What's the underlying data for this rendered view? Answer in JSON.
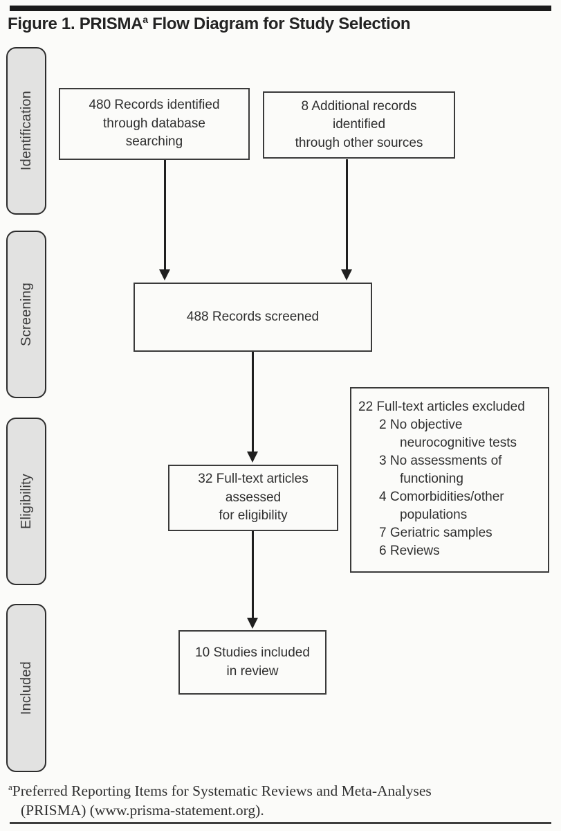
{
  "header": {
    "title_prefix": "Figure 1. PRISMA",
    "title_superscript": "a",
    "title_suffix": " Flow Diagram for Study Selection"
  },
  "sidebar": {
    "stages": [
      {
        "label": "Identification"
      },
      {
        "label": "Screening"
      },
      {
        "label": "Eligibility"
      },
      {
        "label": "Included"
      }
    ]
  },
  "flow": {
    "records_identified": "480 Records identified\nthrough database\nsearching",
    "additional_records": "8 Additional records\nidentified\nthrough other sources",
    "records_screened": "488 Records screened",
    "fulltext_assessed": "32 Full-text articles\nassessed\nfor eligibility",
    "studies_included": "10 Studies included\nin review",
    "exclusion": {
      "lines": [
        {
          "text": "22 Full-text articles excluded"
        },
        {
          "text": "2 No objective"
        },
        {
          "text": "neurocognitive tests"
        },
        {
          "text": "3 No assessments of"
        },
        {
          "text": "functioning"
        },
        {
          "text": "4 Comorbidities/other"
        },
        {
          "text": "populations"
        },
        {
          "text": "7 Geriatric samples"
        },
        {
          "text": "6 Reviews"
        }
      ]
    }
  },
  "footnote": {
    "superscript": "a",
    "line1": "Preferred Reporting Items for Systematic Reviews and Meta-Analyses",
    "line2": "(PRISMA) (www.prisma-statement.org)."
  },
  "colors": {
    "background": "#fbfbf9",
    "box_border": "#3a3a3a",
    "stage_fill": "#e2e2e1",
    "stage_border": "#2c2c2c",
    "text": "#2e2e2e",
    "rule": "#1b1b1b"
  }
}
